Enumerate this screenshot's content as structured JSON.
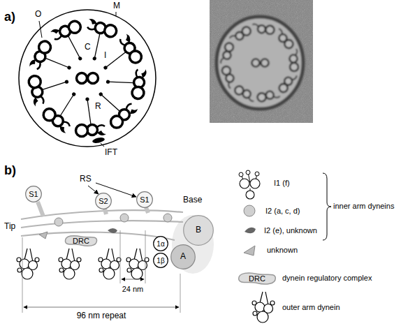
{
  "diagram": {
    "nodes": [
      {
        "text": [
          "S1"
        ]
      },
      {
        "text": [
          "S2"
        ]
      },
      {
        "text": [
          "S1"
        ]
      },
      {
        "text": [
          "DRC"
        ]
      },
      {
        "text": [
          "1α"
        ]
      },
      {
        "text": [
          "1β"
        ]
      },
      {
        "text": [
          "A"
        ]
      },
      {
        "text": [
          "B"
        ]
      },
      {
        "text": [
          "DRC"
        ]
      }
    ],
    "labels": [
      "a)",
      "O",
      "M",
      "C",
      "I",
      "R",
      "IFT",
      "b)",
      "RS",
      "Tip",
      "Base",
      "24 nm",
      "96 nm repeat",
      "inner arm dyneins"
    ],
    "legend": [
      {
        "text": "I1 (f)"
      },
      {
        "text": "I2 (a, c, d)"
      },
      {
        "text": "I2 (e), unknown"
      },
      {
        "text": "unknown"
      },
      {
        "text": "dynein regulatory complex"
      },
      {
        "text": "outer arm dynein"
      }
    ]
  }
}
